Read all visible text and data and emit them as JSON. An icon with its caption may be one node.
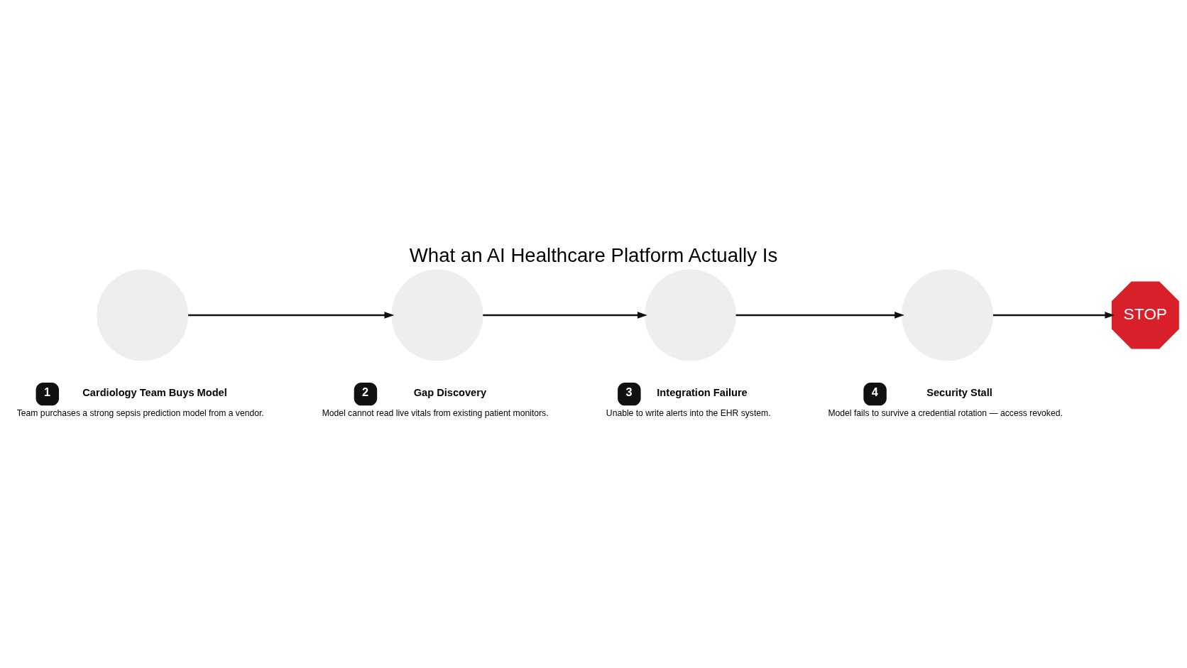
{
  "diagram": {
    "title": "What an AI Healthcare Platform Actually Is",
    "nodes": [
      {
        "text": [],
        "shape": "circle",
        "beside": [
          "1",
          "Cardiology Team Buys Model",
          "Team purchases a strong sepsis prediction model from a vendor."
        ]
      },
      {
        "text": [],
        "shape": "circle",
        "beside": [
          "2",
          "Gap Discovery",
          "Model cannot read live vitals from existing patient monitors."
        ]
      },
      {
        "text": [],
        "shape": "circle",
        "beside": [
          "3",
          "Integration Failure",
          "Unable to write alerts into the EHR system."
        ]
      },
      {
        "text": [],
        "shape": "circle",
        "beside": [
          "4",
          "Security Stall",
          "Model fails to survive a credential rotation — access revoked."
        ]
      },
      {
        "text": [
          "STOP"
        ]
      }
    ],
    "edges": [
      {
        "from": 0,
        "to": 1,
        "arrow": "to"
      },
      {
        "from": 1,
        "to": 2,
        "arrow": "to"
      },
      {
        "from": 2,
        "to": 3,
        "arrow": "to"
      },
      {
        "from": 3,
        "to": 4,
        "arrow": "to"
      }
    ]
  }
}
